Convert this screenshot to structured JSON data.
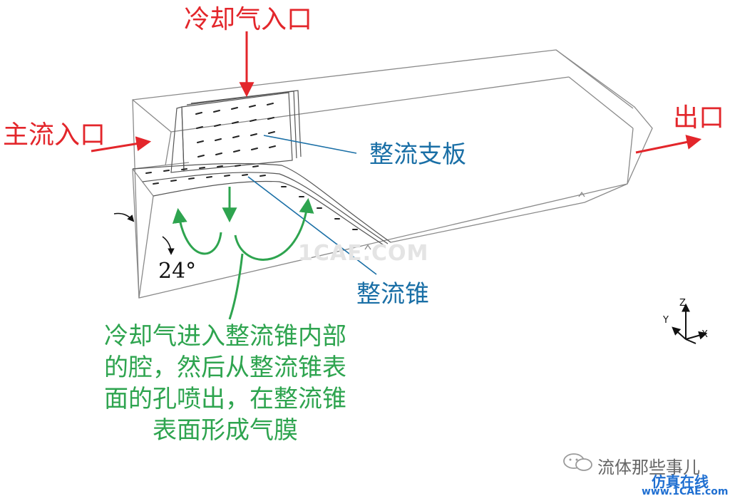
{
  "labels": {
    "cooling_inlet": "冷却气入口",
    "main_inlet": "主流入口",
    "outlet": "出口",
    "strut": "整流支板",
    "cone": "整流锥",
    "angle": "24°",
    "film_desc": "冷却气进入整流锥内部的腔，然后从整流锥表面的孔喷出，在整流锥表面形成气膜"
  },
  "axes": {
    "z": "Z",
    "y": "Y",
    "x": "X"
  },
  "watermark": {
    "center": "1CAE.COM",
    "account": "流体那些事儿",
    "site_cn": "仿真在线",
    "site_url": "www.1CAE.com"
  },
  "colors": {
    "flow_arrow": "#e3262b",
    "callout": "#1a6fa6",
    "film": "#2ea44f",
    "outline": "#8a8a8a"
  }
}
